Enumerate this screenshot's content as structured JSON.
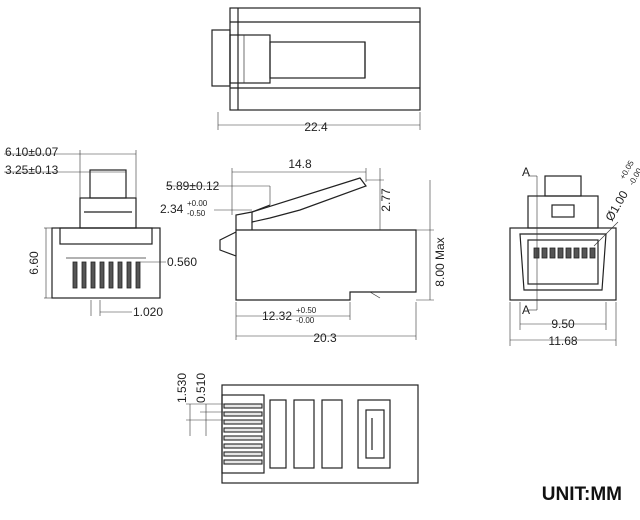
{
  "unit_label": "UNIT:MM",
  "top_view": {
    "width": "22.4"
  },
  "front_view": {
    "width_top": "6.10±0.07",
    "latch_width": "3.25±0.13",
    "height": "6.60",
    "contact_size": "0.560",
    "pitch": "1.020"
  },
  "side_view": {
    "latch_length": "14.8",
    "latch_step": "5.89±0.12",
    "tab_height_base": "2.34",
    "tab_height_tol_plus": "+0.00",
    "tab_height_tol_minus": "-0.50",
    "latch_height": "2.77",
    "max_height": "8.00 Max",
    "length_mid_base": "12.32",
    "length_mid_tol_plus": "+0.50",
    "length_mid_tol_minus": "-0.00",
    "length": "20.3"
  },
  "rear_view": {
    "section_label_top": "A",
    "section_label_bottom": "A",
    "hole_base": "Ø1.00",
    "hole_tol_plus": "+0.05",
    "hole_tol_minus": "-0.00",
    "inner_width": "9.50",
    "outer_width": "11.68"
  },
  "bottom_view": {
    "spacing_outer": "1.530",
    "spacing_inner": "0.510"
  }
}
